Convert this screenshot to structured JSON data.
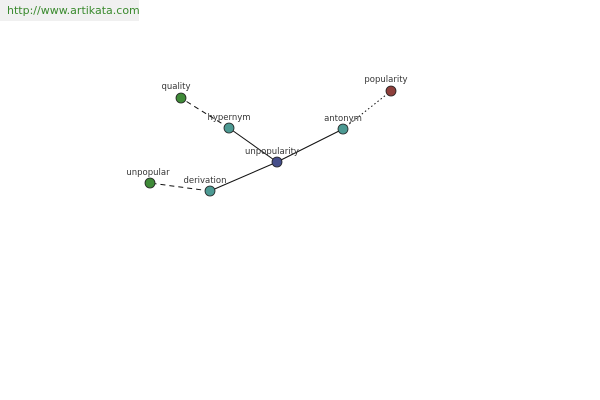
{
  "watermark": {
    "url": "http://www.artikata.com"
  },
  "graph": {
    "nodes": [
      {
        "id": "unpopularity",
        "label": "unpopularity",
        "color": "#454e8a"
      },
      {
        "id": "antonym",
        "label": "antonym",
        "color": "#4d9a93"
      },
      {
        "id": "popularity",
        "label": "popularity",
        "color": "#8e403c"
      },
      {
        "id": "hypernym",
        "label": "hypernym",
        "color": "#4d9a93"
      },
      {
        "id": "quality",
        "label": "quality",
        "color": "#3f8a38"
      },
      {
        "id": "derivation",
        "label": "derivation",
        "color": "#4d9a93"
      },
      {
        "id": "unpopular",
        "label": "unpopular",
        "color": "#3f8a38"
      }
    ],
    "edges": [
      {
        "from": "unpopularity",
        "to": "antonym",
        "style": "solid"
      },
      {
        "from": "antonym",
        "to": "popularity",
        "style": "dotted"
      },
      {
        "from": "unpopularity",
        "to": "hypernym",
        "style": "solid"
      },
      {
        "from": "hypernym",
        "to": "quality",
        "style": "dashed"
      },
      {
        "from": "unpopularity",
        "to": "derivation",
        "style": "solid"
      },
      {
        "from": "derivation",
        "to": "unpopular",
        "style": "dashed"
      }
    ]
  }
}
